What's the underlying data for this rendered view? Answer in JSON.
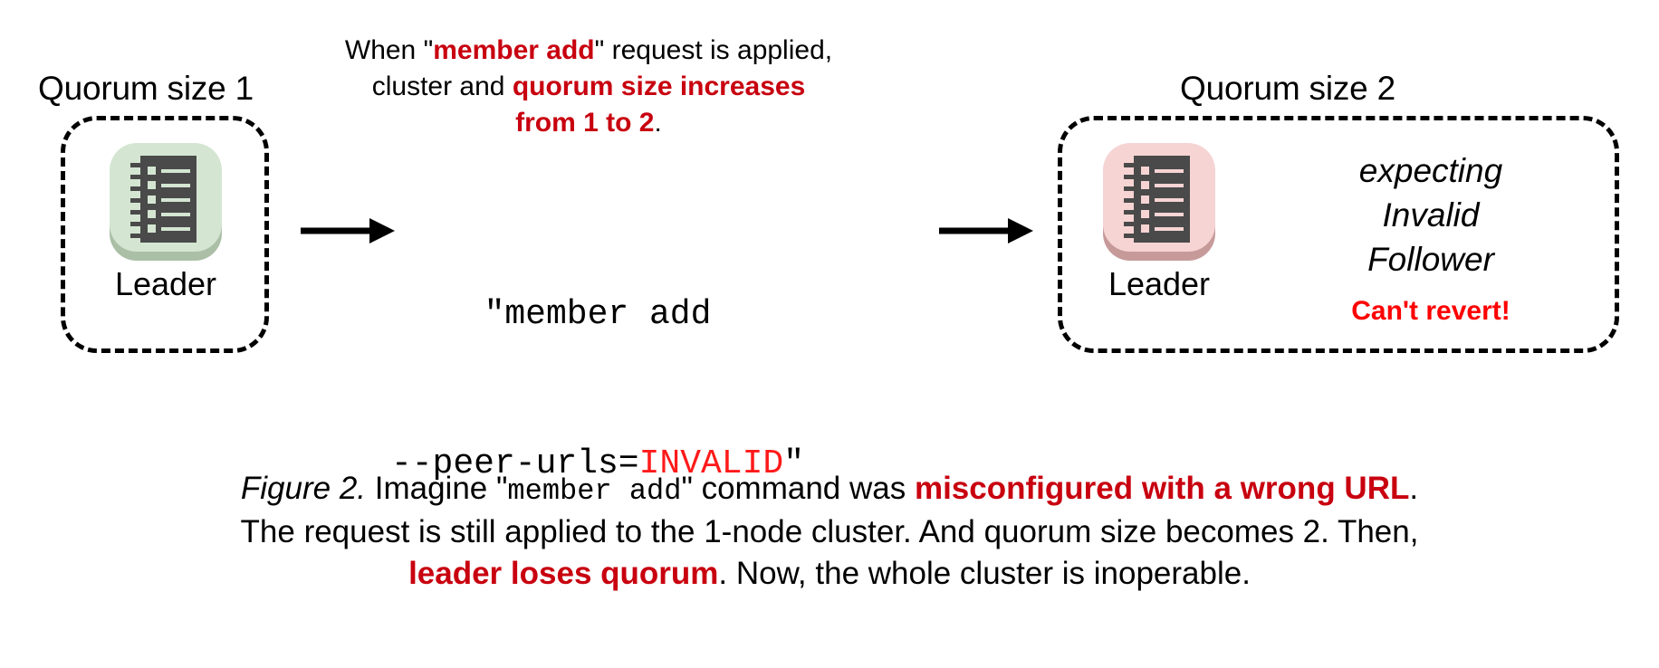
{
  "figure": {
    "left_cluster": {
      "group_label": "Quorum size 1",
      "node_label": "Leader",
      "icon": "server-rack-icon",
      "icon_bg_color": "#d4e6d2",
      "icon_shadow_color": "#aabfa6",
      "icon_body_color": "#4a4a4a"
    },
    "right_cluster": {
      "group_label": "Quorum size 2",
      "node_label": "Leader",
      "icon": "server-rack-icon",
      "icon_bg_color": "#f7d4d4",
      "icon_shadow_color": "#c79a9a",
      "icon_body_color": "#4a4a4a",
      "status_lines": [
        "expecting",
        "Invalid",
        "Follower"
      ],
      "alert_text": "Can't revert!",
      "alert_color": "#ff0000"
    },
    "top_note": {
      "line1_a": "When \"",
      "line1_b": "member add",
      "line1_c": "\" request is applied,",
      "line2_a": "cluster and ",
      "line2_b": "quorum size increases",
      "line3_b": "from 1 to 2",
      "line3_c": "."
    },
    "command": {
      "line1": "\"member add",
      "line2_a": "--peer-urls=",
      "line2_b": "INVALID",
      "line2_c": "\"",
      "invalid_color": "#ff1a1a"
    },
    "arrows": {
      "left_arrow": "arrow-right-icon",
      "right_arrow": "arrow-right-icon"
    },
    "caption": {
      "fig_number": "Figure 2.",
      "t1": " Imagine \"",
      "mono1": "member add",
      "t2": "\" command was ",
      "em1": "misconfigured with a wrong URL",
      "t3": ".",
      "line2": "The request is still applied to the 1-node cluster. And quorum size becomes 2. Then,",
      "em2": "leader loses quorum",
      "t4": ". Now, the whole cluster is inoperable."
    }
  }
}
